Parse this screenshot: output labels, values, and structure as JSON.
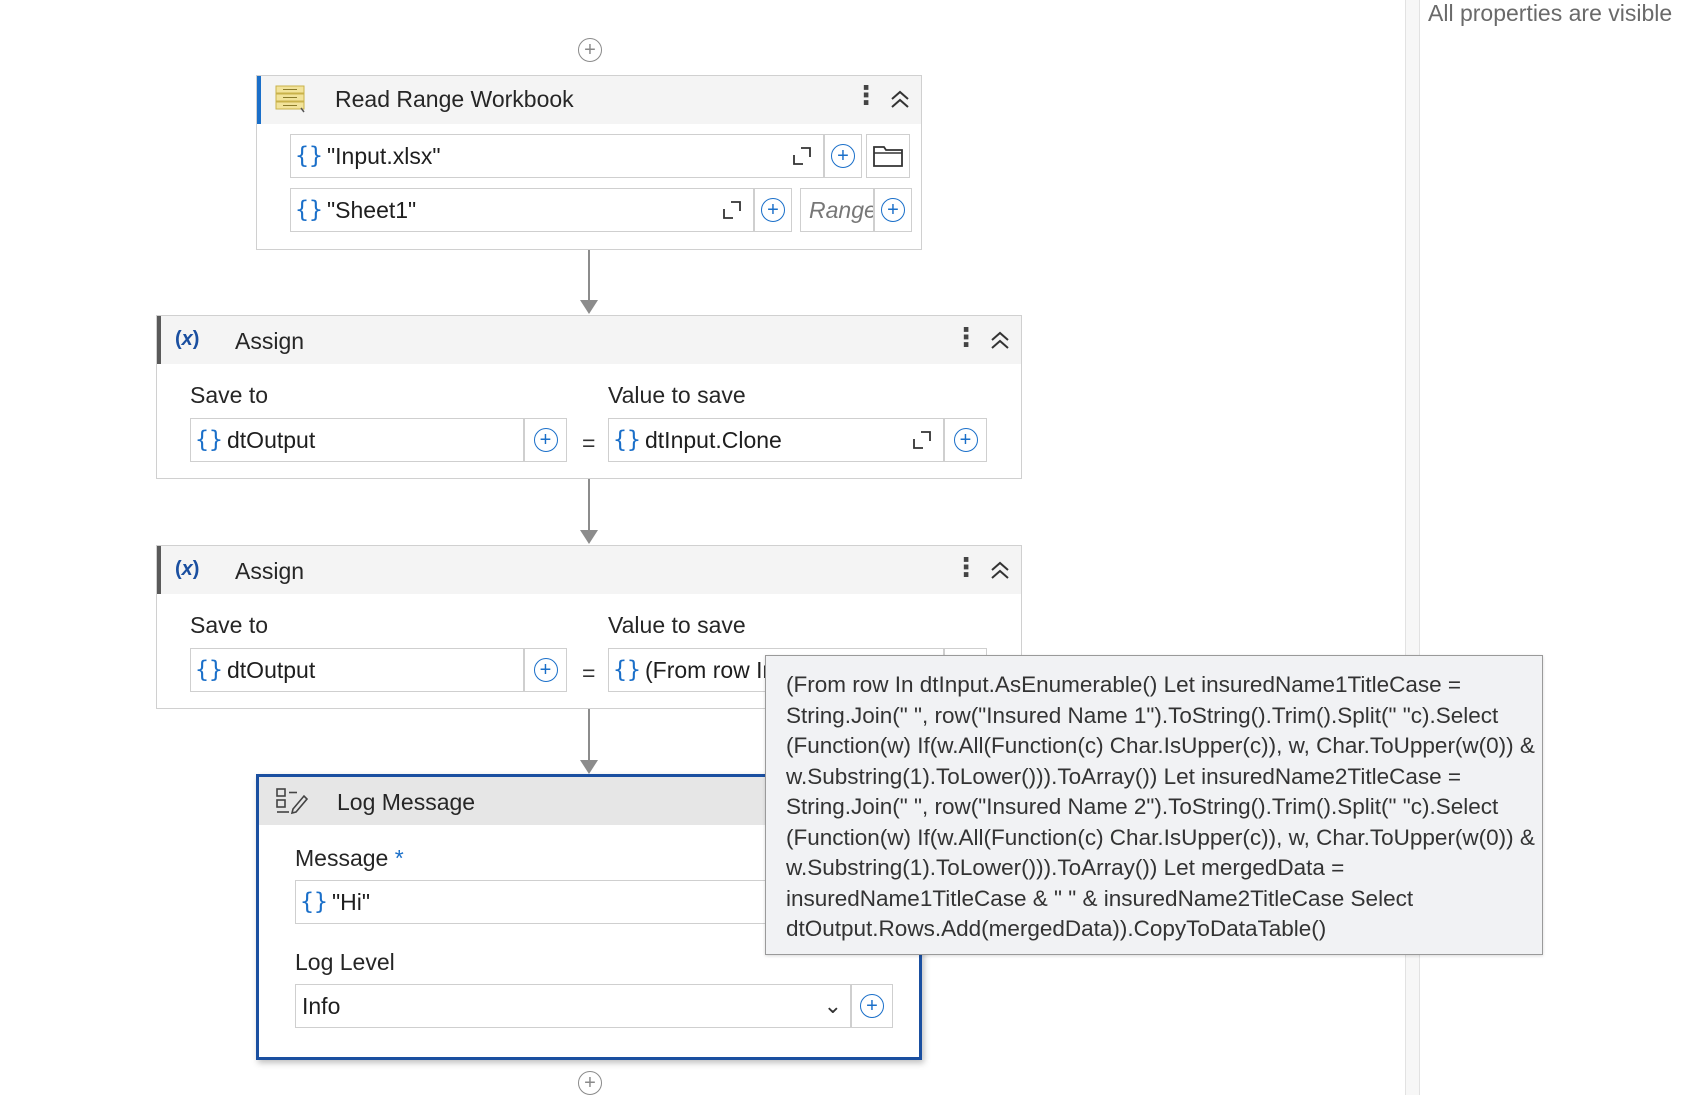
{
  "properties_panel": {
    "message": "All properties are visible"
  },
  "read_range": {
    "title": "Read Range Workbook",
    "workbook_path": "\"Input.xlsx\"",
    "sheet_name": "\"Sheet1\"",
    "range_placeholder": "Range"
  },
  "assign1": {
    "title": "Assign",
    "save_to_label": "Save to",
    "value_label": "Value to save",
    "save_to_value": "dtOutput",
    "value": "dtInput.Clone",
    "equals": "="
  },
  "assign2": {
    "title": "Assign",
    "save_to_label": "Save to",
    "value_label": "Value to save",
    "save_to_value": "dtOutput",
    "value": "(From row In dtInput.A",
    "equals": "="
  },
  "log_message": {
    "title": "Log Message",
    "message_label": "Message",
    "required_marker": "*",
    "message_value": "\"Hi\"",
    "log_level_label": "Log Level",
    "log_level_value": "Info"
  },
  "tooltip": {
    "lines": [
      "(From row In dtInput.AsEnumerable() Let insuredName1TitleCase =",
      "String.Join(\" \", row(\"Insured Name 1\").ToString().Trim().Split(\" \"c).Select",
      "(Function(w) If(w.All(Function(c) Char.IsUpper(c)), w, Char.ToUpper(w(0)) &",
      "w.Substring(1).ToLower())).ToArray()) Let insuredName2TitleCase =",
      "String.Join(\" \", row(\"Insured Name 2\").ToString().Trim().Split(\" \"c).Select",
      "(Function(w) If(w.All(Function(c) Char.IsUpper(c)), w, Char.ToUpper(w(0)) &",
      "w.Substring(1).ToLower())).ToArray()) Let mergedData =",
      "insuredName1TitleCase & \" \" & insuredName2TitleCase Select",
      "dtOutput.Rows.Add(mergedData)).CopyToDataTable()"
    ]
  },
  "icons": {
    "braces": "{}",
    "plus": "+",
    "menu": "⋮",
    "dropdown": "⌄"
  },
  "colors": {
    "accent_blue": "#1a6fc9",
    "selected_border": "#1a4fa0",
    "connector": "#8c8c8c"
  }
}
